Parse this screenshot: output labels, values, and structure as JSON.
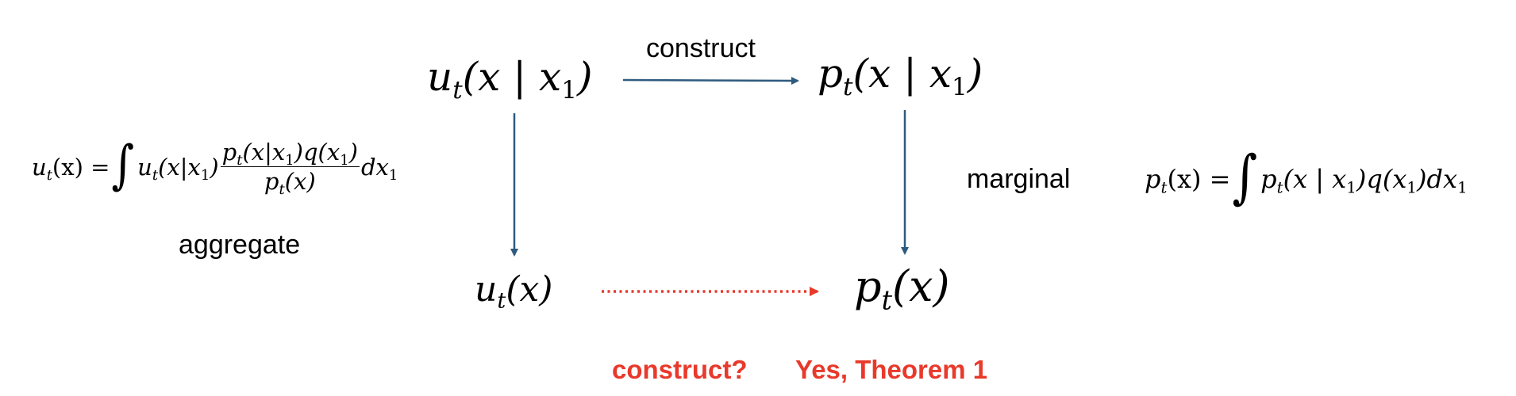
{
  "colors": {
    "arrow_solid": "#2e5a7e",
    "arrow_dotted": "#e8392b",
    "highlight_text": "#e8392b",
    "text": "#000000"
  },
  "nodes": {
    "u_cond": {
      "base": "u",
      "sub": "t",
      "args": "(x | x",
      "argsub": "1",
      "close": ")"
    },
    "p_cond": {
      "base": "p",
      "sub": "t",
      "args": "(x | x",
      "argsub": "1",
      "close": ")"
    },
    "u_marg": {
      "base": "u",
      "sub": "t",
      "args": "(x)"
    },
    "p_marg": {
      "base": "p",
      "sub": "t",
      "args": "(x)"
    }
  },
  "labels": {
    "construct": "construct",
    "marginal": "marginal",
    "aggregate": "aggregate",
    "construct_q": "construct?",
    "yes_theorem": "Yes, Theorem 1"
  },
  "equations": {
    "left": {
      "lhs": "u",
      "lhs_sub": "t",
      "lhs_args": "(x) =",
      "integral": "∫",
      "term1": "u",
      "term1_sub": "t",
      "term1_args": "(x|x",
      "term1_argsub": "1",
      "term1_close": ")",
      "num": "p",
      "num_sub": "t",
      "num_args": "(x|x",
      "num_argsub": "1",
      "num_mid": ")q(x",
      "num_midsub": "1",
      "num_close": ")",
      "den": "p",
      "den_sub": "t",
      "den_args": "(x)",
      "tail": "dx",
      "tail_sub": "1"
    },
    "right": {
      "lhs": "p",
      "lhs_sub": "t",
      "lhs_args": "(x) =",
      "integral": "∫",
      "term": "p",
      "term_sub": "t",
      "term_args": "(x | x",
      "term_argsub": "1",
      "term_mid": ")q(x",
      "term_midsub": "1",
      "term_close": ")dx",
      "term_tailsub": "1"
    }
  }
}
